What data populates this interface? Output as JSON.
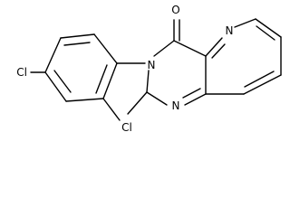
{
  "molecule": {
    "atoms": {
      "carbonyl_oxygen": "O",
      "pyridine_nitrogen": "N",
      "amide_nitrogen": "N",
      "imine_nitrogen": "N",
      "chlorine_para": "Cl",
      "chlorine_ortho": "Cl"
    },
    "substituents": {
      "methyl": "Me"
    }
  }
}
